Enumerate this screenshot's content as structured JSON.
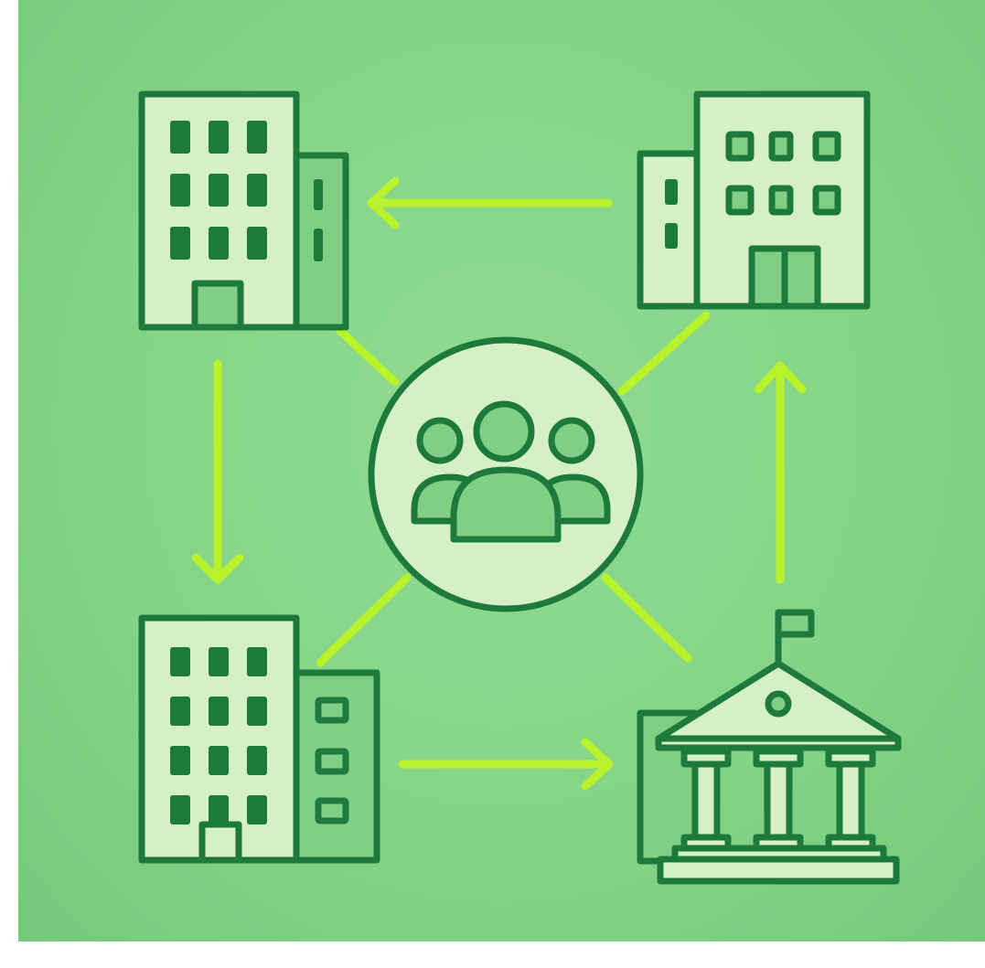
{
  "diagram": {
    "nodes": [
      {
        "id": "building-top-left",
        "kind": "office-building"
      },
      {
        "id": "building-top-right",
        "kind": "office-building"
      },
      {
        "id": "building-bottom-left",
        "kind": "office-building"
      },
      {
        "id": "government-building",
        "kind": "institution-columns-flag"
      },
      {
        "id": "community-hub",
        "kind": "people-group"
      }
    ],
    "edges": [
      {
        "from": "building-top-right",
        "to": "building-top-left",
        "style": "arrow"
      },
      {
        "from": "building-top-left",
        "to": "building-bottom-left",
        "style": "arrow"
      },
      {
        "from": "building-bottom-left",
        "to": "government-building",
        "style": "arrow"
      },
      {
        "from": "government-building",
        "to": "building-top-right",
        "style": "arrow"
      },
      {
        "from": "community-hub",
        "to": "building-top-left",
        "style": "line"
      },
      {
        "from": "community-hub",
        "to": "building-top-right",
        "style": "line"
      },
      {
        "from": "community-hub",
        "to": "building-bottom-left",
        "style": "line"
      },
      {
        "from": "community-hub",
        "to": "government-building",
        "style": "line"
      }
    ]
  },
  "colors": {
    "background": "#84d487",
    "outline": "#1e7a3c",
    "building_fill": "#d6f0c5",
    "building_shade": "#7fcf85",
    "window": "#1e7a3c",
    "connector": "#b8f22a"
  }
}
